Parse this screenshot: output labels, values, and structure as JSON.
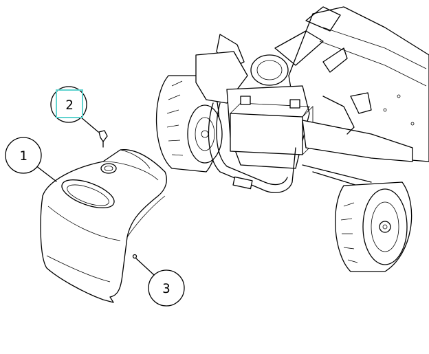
{
  "callouts": [
    {
      "label": "1"
    },
    {
      "label": "2"
    },
    {
      "label": "3"
    }
  ],
  "colors": {
    "highlight": "#5fd3cf",
    "line": "#000000",
    "background": "#ffffff"
  }
}
